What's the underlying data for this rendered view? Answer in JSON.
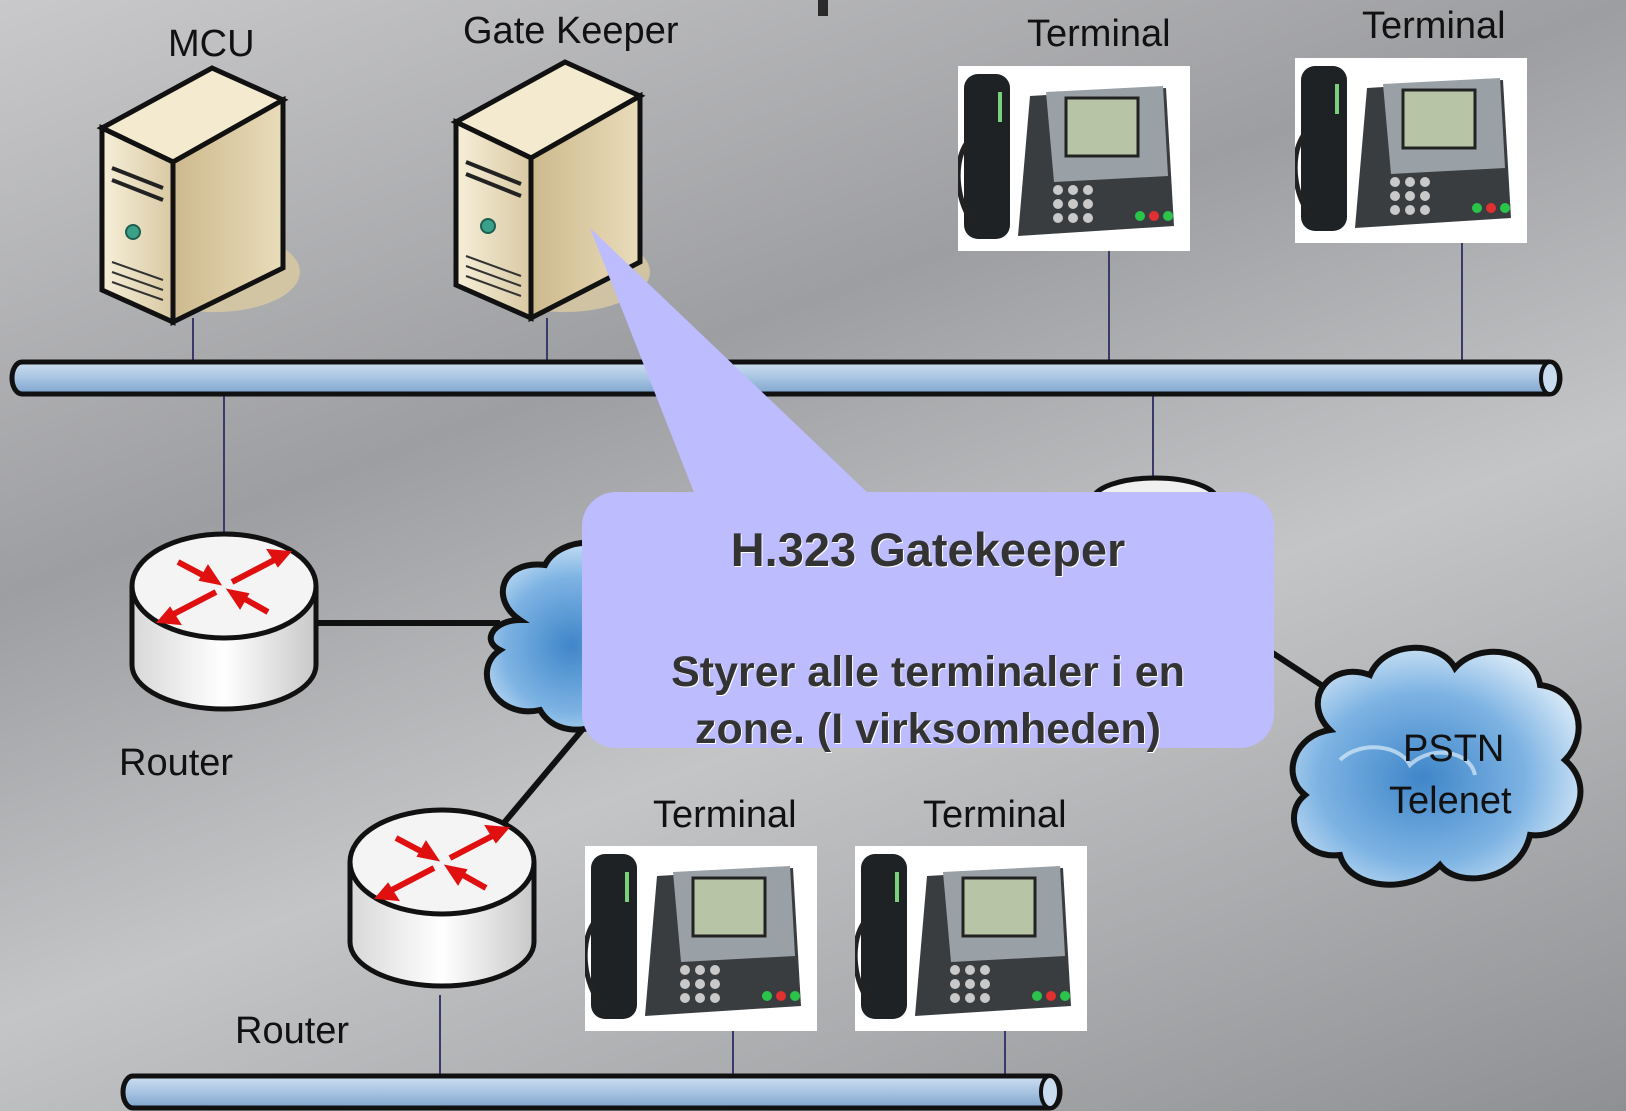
{
  "labels": {
    "mcu": "MCU",
    "gatekeeper": "Gate Keeper",
    "terminal_top_1": "Terminal",
    "terminal_top_2": "Terminal",
    "router_1": "Router",
    "router_2": "Router",
    "terminal_bottom_1": "Terminal",
    "terminal_bottom_2": "Terminal",
    "pstn_line1": "PSTN",
    "pstn_line2": "Telenet"
  },
  "callout": {
    "title": "H.323 Gatekeeper",
    "line1": "Styrer alle terminaler i en",
    "line2": "zone. (I virksomheden)"
  },
  "colors": {
    "bus_fill": "#a9c6e4",
    "callout_fill": "#bcbcff",
    "router_arrow": "#e01010",
    "server_body": "#e8dcc0",
    "cloud": "#7fb1e0"
  },
  "icons": [
    "server-icon",
    "ip-phone-icon",
    "router-icon",
    "cloud-icon"
  ]
}
